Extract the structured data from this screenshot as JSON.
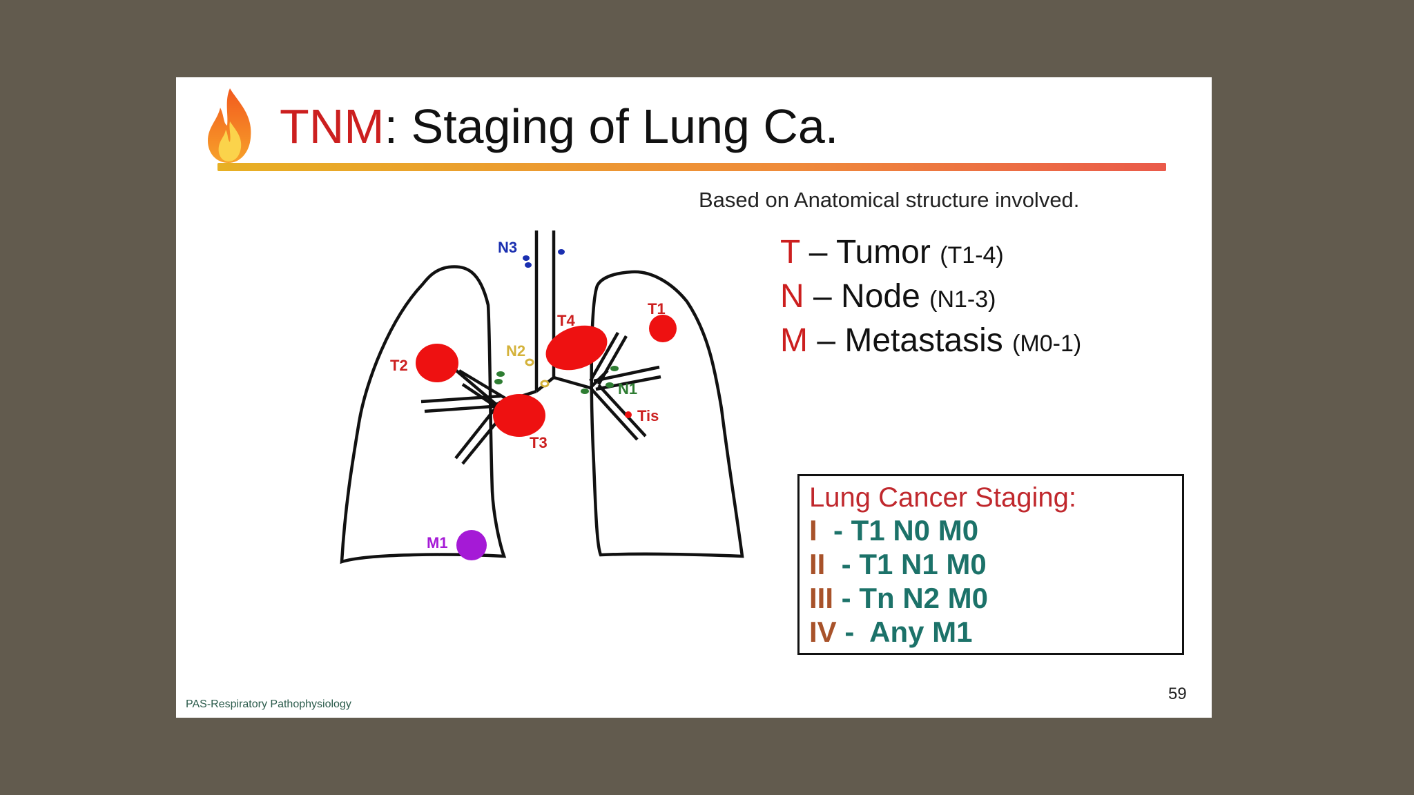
{
  "title": {
    "highlight": "TNM",
    "rest": ": Staging of Lung Ca."
  },
  "subtitle": "Based on Anatomical structure involved.",
  "legend": [
    {
      "letter": "T",
      "text": " – Tumor ",
      "range": "(T1-4)"
    },
    {
      "letter": "N",
      "text": " – Node ",
      "range": "(N1-3)"
    },
    {
      "letter": "M",
      "text": " – Metastasis ",
      "range": "(M0-1)"
    }
  ],
  "diagram_labels": {
    "n3": "N3",
    "t4": "T4",
    "t1": "T1",
    "n2": "N2",
    "t2": "T2",
    "n1": "N1",
    "tis": "Tis",
    "t3": "T3",
    "m1": "M1"
  },
  "staging_box": {
    "title": "Lung Cancer Staging:",
    "rows": [
      {
        "num": "I",
        "sep": "  - ",
        "value": "T1 N0 M0"
      },
      {
        "num": "II",
        "sep": "  - ",
        "value": "T1 N1 M0"
      },
      {
        "num": "III",
        "sep": " - ",
        "value": "Tn N2 M0"
      },
      {
        "num": "IV",
        "sep": " -  ",
        "value": "Any M1"
      }
    ]
  },
  "page_number": "59",
  "footer": "PAS-Respiratory Pathophysiology",
  "colors": {
    "background": "#625b4e",
    "accent_red": "#cc1f1f",
    "tumor_red": "#ee1111",
    "node_green": "#2e7d32",
    "n3_blue": "#1a2fb0",
    "n2_yellow": "#d4b23a",
    "m1_purple": "#a51ad6",
    "stage_brown": "#a8522a",
    "stage_teal": "#1c7269"
  },
  "icons": {
    "title_icon": "flame-icon"
  }
}
